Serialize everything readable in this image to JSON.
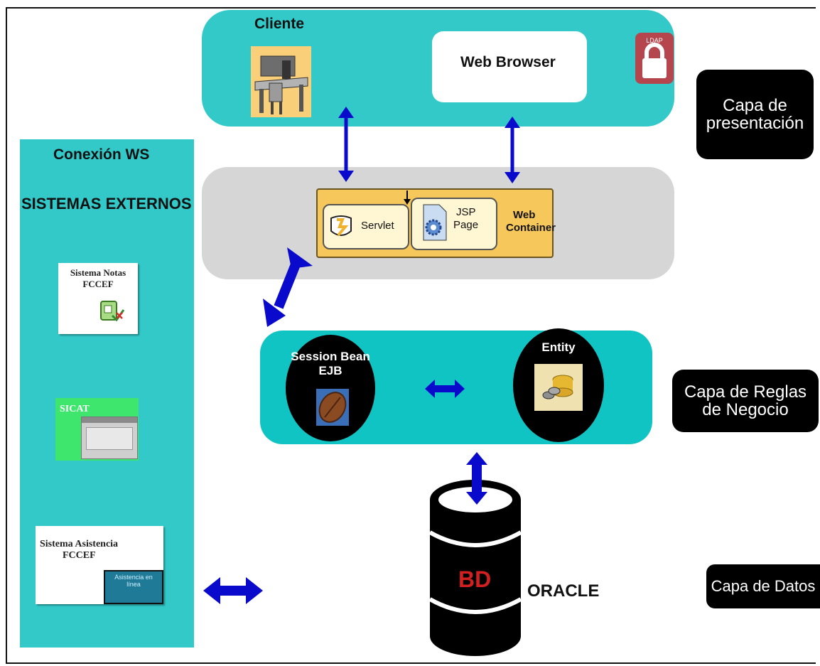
{
  "client": {
    "title": "Cliente",
    "browser": "Web Browser",
    "ldap": "LDAP"
  },
  "external": {
    "conexion": "Conexión WS",
    "title": "SISTEMAS EXTERNOS",
    "notas_line1": "Sistema Notas",
    "notas_line2": "FCCEF",
    "sicat": "SICAT",
    "asistencia_line1": "Sistema Asistencia",
    "asistencia_line2": "FCCEF",
    "asistencia_screen": "Asistencia en línea"
  },
  "web_container": {
    "servlet": "Servlet",
    "jsp_line1": "JSP",
    "jsp_line2": "Page",
    "container_line1": "Web",
    "container_line2": "Container"
  },
  "business": {
    "session_line1": "Session Bean",
    "session_line2": "EJB",
    "entity": "Entity"
  },
  "data": {
    "bd": "BD",
    "oracle": "ORACLE"
  },
  "layers": {
    "presentacion_line1": "Capa de",
    "presentacion_line2": "presentación",
    "reglas_line1": "Capa de Reglas",
    "reglas_line2": "de Negocio",
    "datos": "Capa de Datos"
  }
}
